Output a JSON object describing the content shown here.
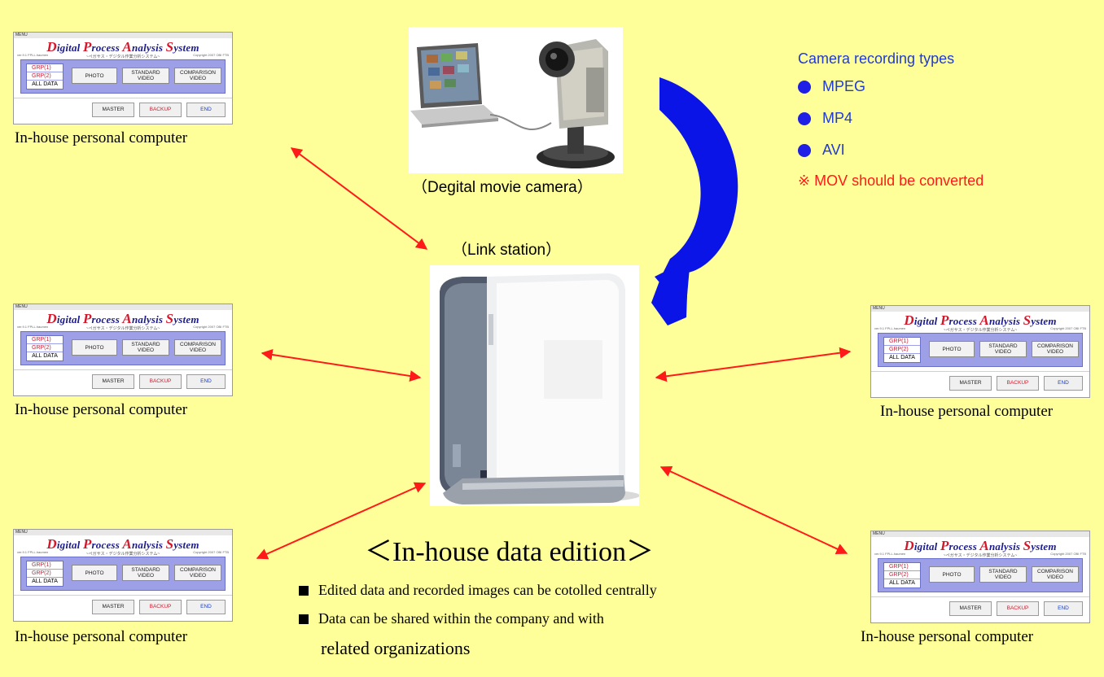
{
  "app_window": {
    "titlebar": "MENU",
    "brand": [
      {
        "cap": "D",
        "rest": "igital "
      },
      {
        "cap": "P",
        "rest": "rocess "
      },
      {
        "cap": "A",
        "rest": "nalysis "
      },
      {
        "cap": "S",
        "rest": "ystem"
      }
    ],
    "subtitle": "~ペガサス・デジタル作業分析システム~",
    "meta_left": "ver.9.1 FPLL.haumen",
    "meta_right": "Copyright 2007 OBI FTB",
    "radio_1": "GRP(1)",
    "radio_2": "GRP(2)",
    "radio_all": "ALL DATA",
    "photo_label": "PHOTO",
    "standard_video_label": "STANDARD VIDEO",
    "comparison_video_label": "COMPARISON VIDEO",
    "master_label": "MASTER",
    "backup_label": "BACKUP",
    "end_label": "END"
  },
  "pc_caption": "In-house personal computer",
  "camera_caption": "（Degital movie camera）",
  "station_caption": "（Link station）",
  "legend": {
    "title": "Camera recording types",
    "items": [
      "MPEG",
      "MP4",
      "AVI"
    ],
    "note": "※ MOV should be converted"
  },
  "heading": "＜In-house data edition＞",
  "bullets": [
    "Edited data and recorded images can be cotolled centrally",
    "Data can be shared within the company and with"
  ],
  "bullet_continuation": "related organizations",
  "colors": {
    "background": "#ffff99",
    "arrow_red": "#ff1a1a",
    "flow_arrow_blue": "#0a14e6",
    "legend_blue": "#1f3ad6",
    "note_red": "#ff1a1a",
    "panel_purple": "#9da0e6"
  }
}
